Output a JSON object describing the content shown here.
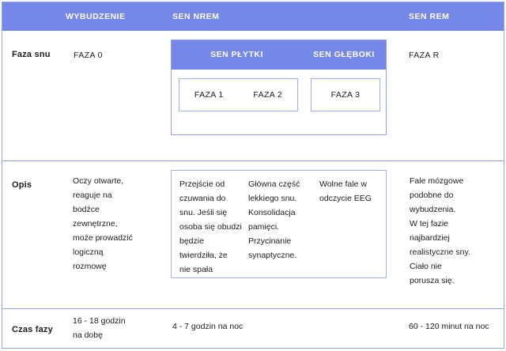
{
  "colors": {
    "header_bg": "#7588e8",
    "border_light": "#94a2f2",
    "text": "#1c1c1c",
    "header_text": "#ffffff",
    "background": "#ffffff"
  },
  "columns": {
    "wybudzenie": "WYBUDZENIE",
    "sen_nrem": "SEN NREM",
    "sen_rem": "SEN REM"
  },
  "row_faza": {
    "label": "Faza snu",
    "wybudzenie": "FAZA 0",
    "nrem": {
      "sen_plytki": "SEN PŁYTKI",
      "sen_gleboki": "SEN GŁĘBOKI",
      "faza_1": "FAZA 1",
      "faza_2": "FAZA 2",
      "faza_3": "FAZA 3"
    },
    "rem": "FAZA R"
  },
  "row_opis": {
    "label": "Opis",
    "wybudzenie": "Oczy otwarte,\nreaguje na\nbodźce\nzewnętrzne,\nmoże prowadzić\nlogiczną\nrozmowę",
    "nrem_przejscie": "Przejście od\nczuwania do\nsnu. Jeśli się\nosoba się obudzi\nbędzie\ntwierdziła, że\nnie spała",
    "nrem_glowna": "Główna część\nlekkiego snu.\nKonsolidacja\npamięci.\nPrzycinanie\nsynaptyczne.",
    "nrem_wolne": "Wolne fale w\nodczycie EEG",
    "rem": "Fale mózgowe\npodobne do\nwybudzenia.\nW tej fazie\nnajbardziej\nrealistyczne sny.\nCiało nie\nporusza się."
  },
  "row_czas": {
    "label": "Czas fazy",
    "wybudzenie": "16 - 18 godzin\nna dobę",
    "nrem": "4 - 7 godzin na noc",
    "rem": "60 - 120 minut na noc"
  }
}
